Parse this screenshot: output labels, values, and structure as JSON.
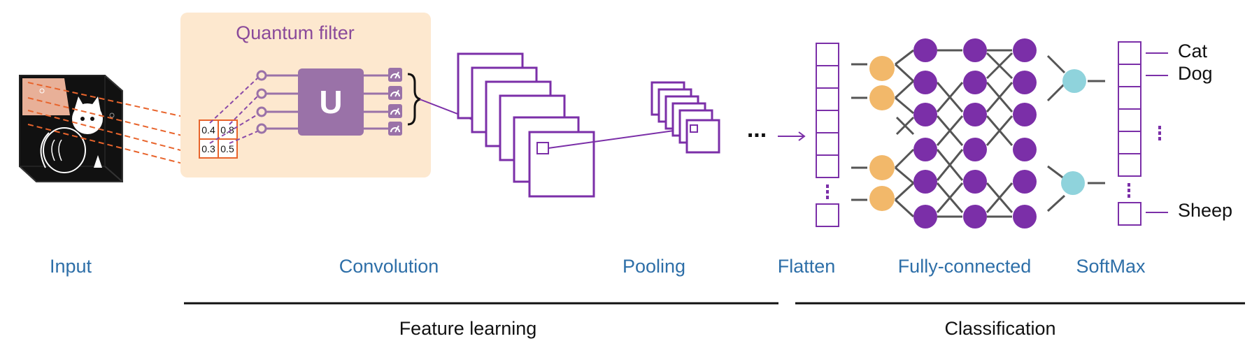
{
  "colors": {
    "purple": "#7b2fa8",
    "purple_light": "#9a72a8",
    "orange_node": "#f2b86a",
    "cyan_node": "#8fd3dc",
    "filter_bg": "#fde8cf",
    "dashed_orange": "#e8642c",
    "blue_label": "#2e6fa8"
  },
  "quantum_filter": {
    "title": "Quantum filter",
    "unitary": "U",
    "patch_values": [
      "0.4",
      "0.8",
      "0.3",
      "0.5"
    ],
    "measure_icon": "meter-icon"
  },
  "stages": {
    "input": "Input",
    "convolution": "Convolution",
    "pooling": "Pooling",
    "flatten": "Flatten",
    "fully_connected": "Fully-connected",
    "softmax": "SoftMax"
  },
  "ellipsis": "...",
  "sections": {
    "feature_learning": "Feature learning",
    "classification": "Classification"
  },
  "classes": [
    "Cat",
    "Dog",
    "Sheep"
  ]
}
